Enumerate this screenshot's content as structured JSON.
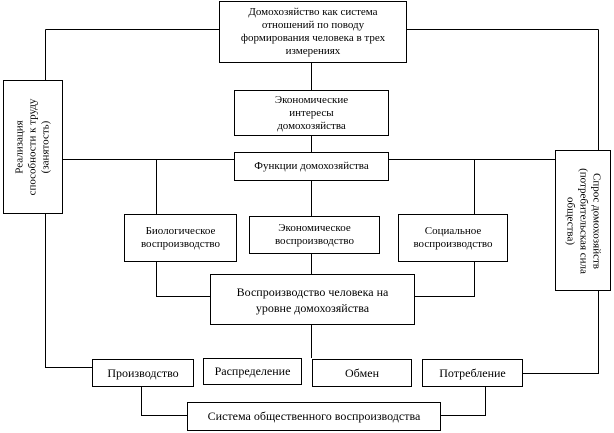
{
  "diagram": {
    "top": {
      "lines": [
        "Домохозяйство как система",
        "отношений по поводу",
        "формирования человека в трех",
        "измерениях"
      ]
    },
    "econ_interests": {
      "lines": [
        "Экономические",
        "интересы",
        "домохозяйства"
      ]
    },
    "functions": {
      "label": "Функции домохозяйства"
    },
    "bio": {
      "lines": [
        "Биологическое",
        "воспроизводство"
      ]
    },
    "econ_repro": {
      "lines": [
        "Экономическое",
        "воспроизводство"
      ]
    },
    "social": {
      "lines": [
        "Социальное",
        "воспроизводство"
      ]
    },
    "human_repro": {
      "lines": [
        "Воспроизводство человека на",
        "уровне домохозяйства"
      ]
    },
    "left_side": {
      "lines": [
        "Реализация",
        "способности к труду",
        "(занятость)"
      ]
    },
    "right_side": {
      "lines": [
        "Спрос домохозяйств",
        "(потребительская сила",
        "общества)"
      ]
    },
    "production": {
      "label": "Производство"
    },
    "distribution": {
      "label": "Распределение"
    },
    "exchange": {
      "label": "Обмен"
    },
    "consumption": {
      "label": "Потребление"
    },
    "social_system": {
      "label": "Система общественного воспроизводства"
    }
  }
}
